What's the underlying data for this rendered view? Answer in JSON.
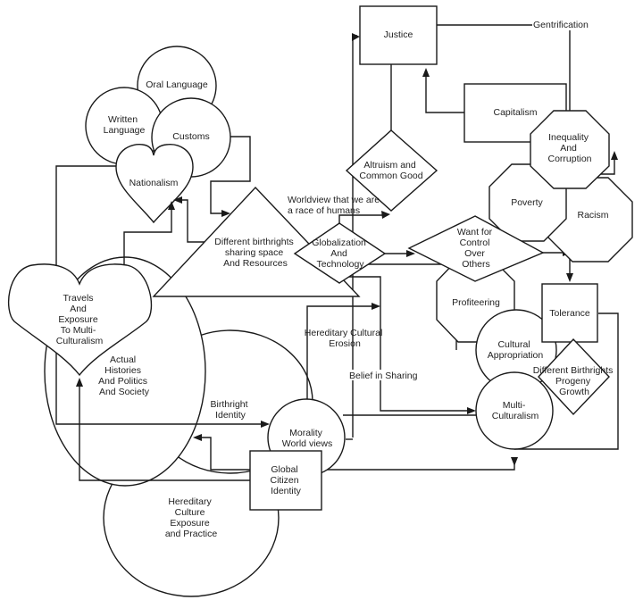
{
  "diagram": {
    "type": "concept-map",
    "colors": {
      "stroke": "#1a1a1a",
      "text": "#222222",
      "background": "#ffffff"
    },
    "nodes": {
      "oral_language": {
        "shape": "circle",
        "lines": [
          "Oral Language"
        ]
      },
      "written_language": {
        "shape": "circle",
        "lines": [
          "Written",
          "Language"
        ]
      },
      "customs": {
        "shape": "circle",
        "lines": [
          "Customs"
        ]
      },
      "nationalism": {
        "shape": "heart",
        "lines": [
          "Nationalism"
        ]
      },
      "different_birthrights_sharing": {
        "shape": "triangle",
        "lines": [
          "Different birthrights",
          "sharing space",
          "And Resources"
        ]
      },
      "travels_exposure": {
        "shape": "heart",
        "lines": [
          "Travels",
          "And",
          "Exposure",
          "To Multi-",
          "Culturalism"
        ]
      },
      "actual_histories": {
        "shape": "ellipse",
        "lines": [
          "Actual",
          "Histories",
          "And Politics",
          "And Society"
        ]
      },
      "birthright_identity": {
        "shape": "ellipse",
        "lines": [
          "Birthright",
          "Identity"
        ]
      },
      "hereditary_culture": {
        "shape": "ellipse",
        "lines": [
          "Hereditary",
          "Culture",
          "Exposure",
          "and Practice"
        ]
      },
      "morality": {
        "shape": "circle",
        "lines": [
          "Morality",
          "World views"
        ]
      },
      "global_citizen": {
        "shape": "rectangle",
        "lines": [
          "Global",
          "Citizen",
          "Identity"
        ]
      },
      "justice": {
        "shape": "rectangle",
        "lines": [
          "Justice"
        ]
      },
      "capitalism": {
        "shape": "rectangle",
        "lines": [
          "Capitalism"
        ]
      },
      "altruism": {
        "shape": "diamond",
        "lines": [
          "Altruism and",
          "Common Good"
        ]
      },
      "globalization": {
        "shape": "diamond",
        "lines": [
          "Globalization",
          "And",
          "Technology"
        ]
      },
      "inequality": {
        "shape": "octagon",
        "lines": [
          "Inequality",
          "And",
          "Corruption"
        ]
      },
      "poverty": {
        "shape": "octagon",
        "lines": [
          "Poverty"
        ]
      },
      "racism": {
        "shape": "octagon",
        "lines": [
          "Racism"
        ]
      },
      "want_for_control": {
        "shape": "diamond",
        "lines": [
          "Want for",
          "Control",
          "Over",
          "Others"
        ]
      },
      "profiteering": {
        "shape": "octagon",
        "lines": [
          "Profiteering"
        ]
      },
      "tolerance": {
        "shape": "rectangle",
        "lines": [
          "Tolerance"
        ]
      },
      "cultural_appropriation": {
        "shape": "circle",
        "lines": [
          "Cultural",
          "Appropriation"
        ]
      },
      "different_birthrights_progeny": {
        "shape": "diamond",
        "lines": [
          "Different Birthrights",
          "Progeny",
          "Growth"
        ]
      },
      "multiculturalism": {
        "shape": "circle",
        "lines": [
          "Multi-",
          "Culturalism"
        ]
      }
    },
    "edge_labels": {
      "gentrification": "Gentrification",
      "worldview": [
        "Worldview that we are",
        "a race of humans"
      ],
      "hereditary_erosion": [
        "Hereditary Cultural",
        "Erosion"
      ],
      "belief_sharing": "Belief in Sharing"
    }
  }
}
